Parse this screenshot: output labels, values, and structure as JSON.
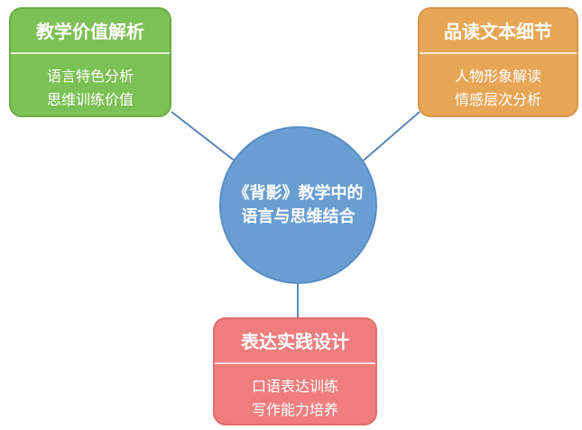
{
  "center": {
    "line1": "《背影》教学中的",
    "line2": "语言与思维结合"
  },
  "nodes": {
    "top_left": {
      "title": "教学价值解析",
      "items": [
        "语言特色分析",
        "思维训练价值"
      ]
    },
    "top_right": {
      "title": "品读文本细节",
      "items": [
        "人物形象解读",
        "情感层次分析"
      ]
    },
    "bottom": {
      "title": "表达实践设计",
      "items": [
        "口语表达训练",
        "写作能力培养"
      ]
    }
  },
  "colors": {
    "center": "#6a9ed2",
    "top_left": "#7cc155",
    "top_right": "#e6a656",
    "bottom": "#f07d7d",
    "connector": "#5a86b8"
  }
}
